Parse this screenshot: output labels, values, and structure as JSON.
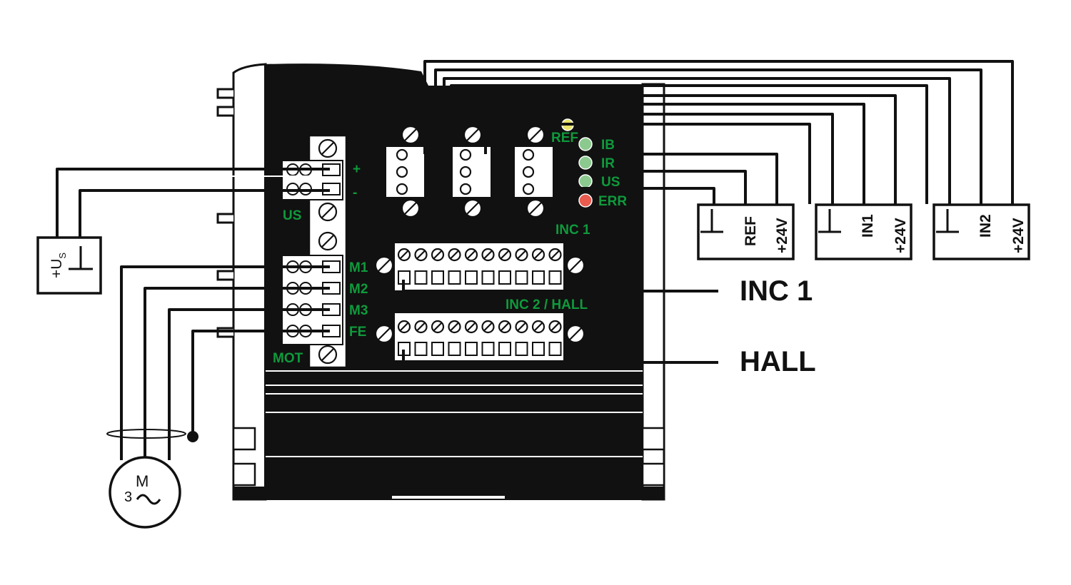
{
  "device_labels": {
    "us_plus": "+",
    "us_minus": "-",
    "us": "US",
    "m1": "M1",
    "m2": "M2",
    "m3": "M3",
    "fe": "FE",
    "mot": "MOT",
    "inc1_connector": "INC 1",
    "inc2_hall_connector": "INC 2 / HALL"
  },
  "leds": [
    {
      "label": "REF",
      "color": "#e9e36a"
    },
    {
      "label": "IB",
      "color": "#8cc98f"
    },
    {
      "label": "IR",
      "color": "#8cc98f"
    },
    {
      "label": "US",
      "color": "#8cc98f"
    },
    {
      "label": "ERR",
      "color": "#e85b4e"
    }
  ],
  "supply_box": {
    "plus": "+U",
    "plus_sub": "S",
    "ground": "ground-symbol"
  },
  "motor": {
    "top": "M",
    "phases": "3",
    "ac": "~"
  },
  "io_boxes": [
    {
      "signal": "REF",
      "supply": "+24V"
    },
    {
      "signal": "IN1",
      "supply": "+24V"
    },
    {
      "signal": "IN2",
      "supply": "+24V"
    }
  ],
  "cable_labels": {
    "inc1": "INC 1",
    "hall": "HALL"
  },
  "colors": {
    "housing": "#111111",
    "label_green": "#0f9a3c"
  }
}
